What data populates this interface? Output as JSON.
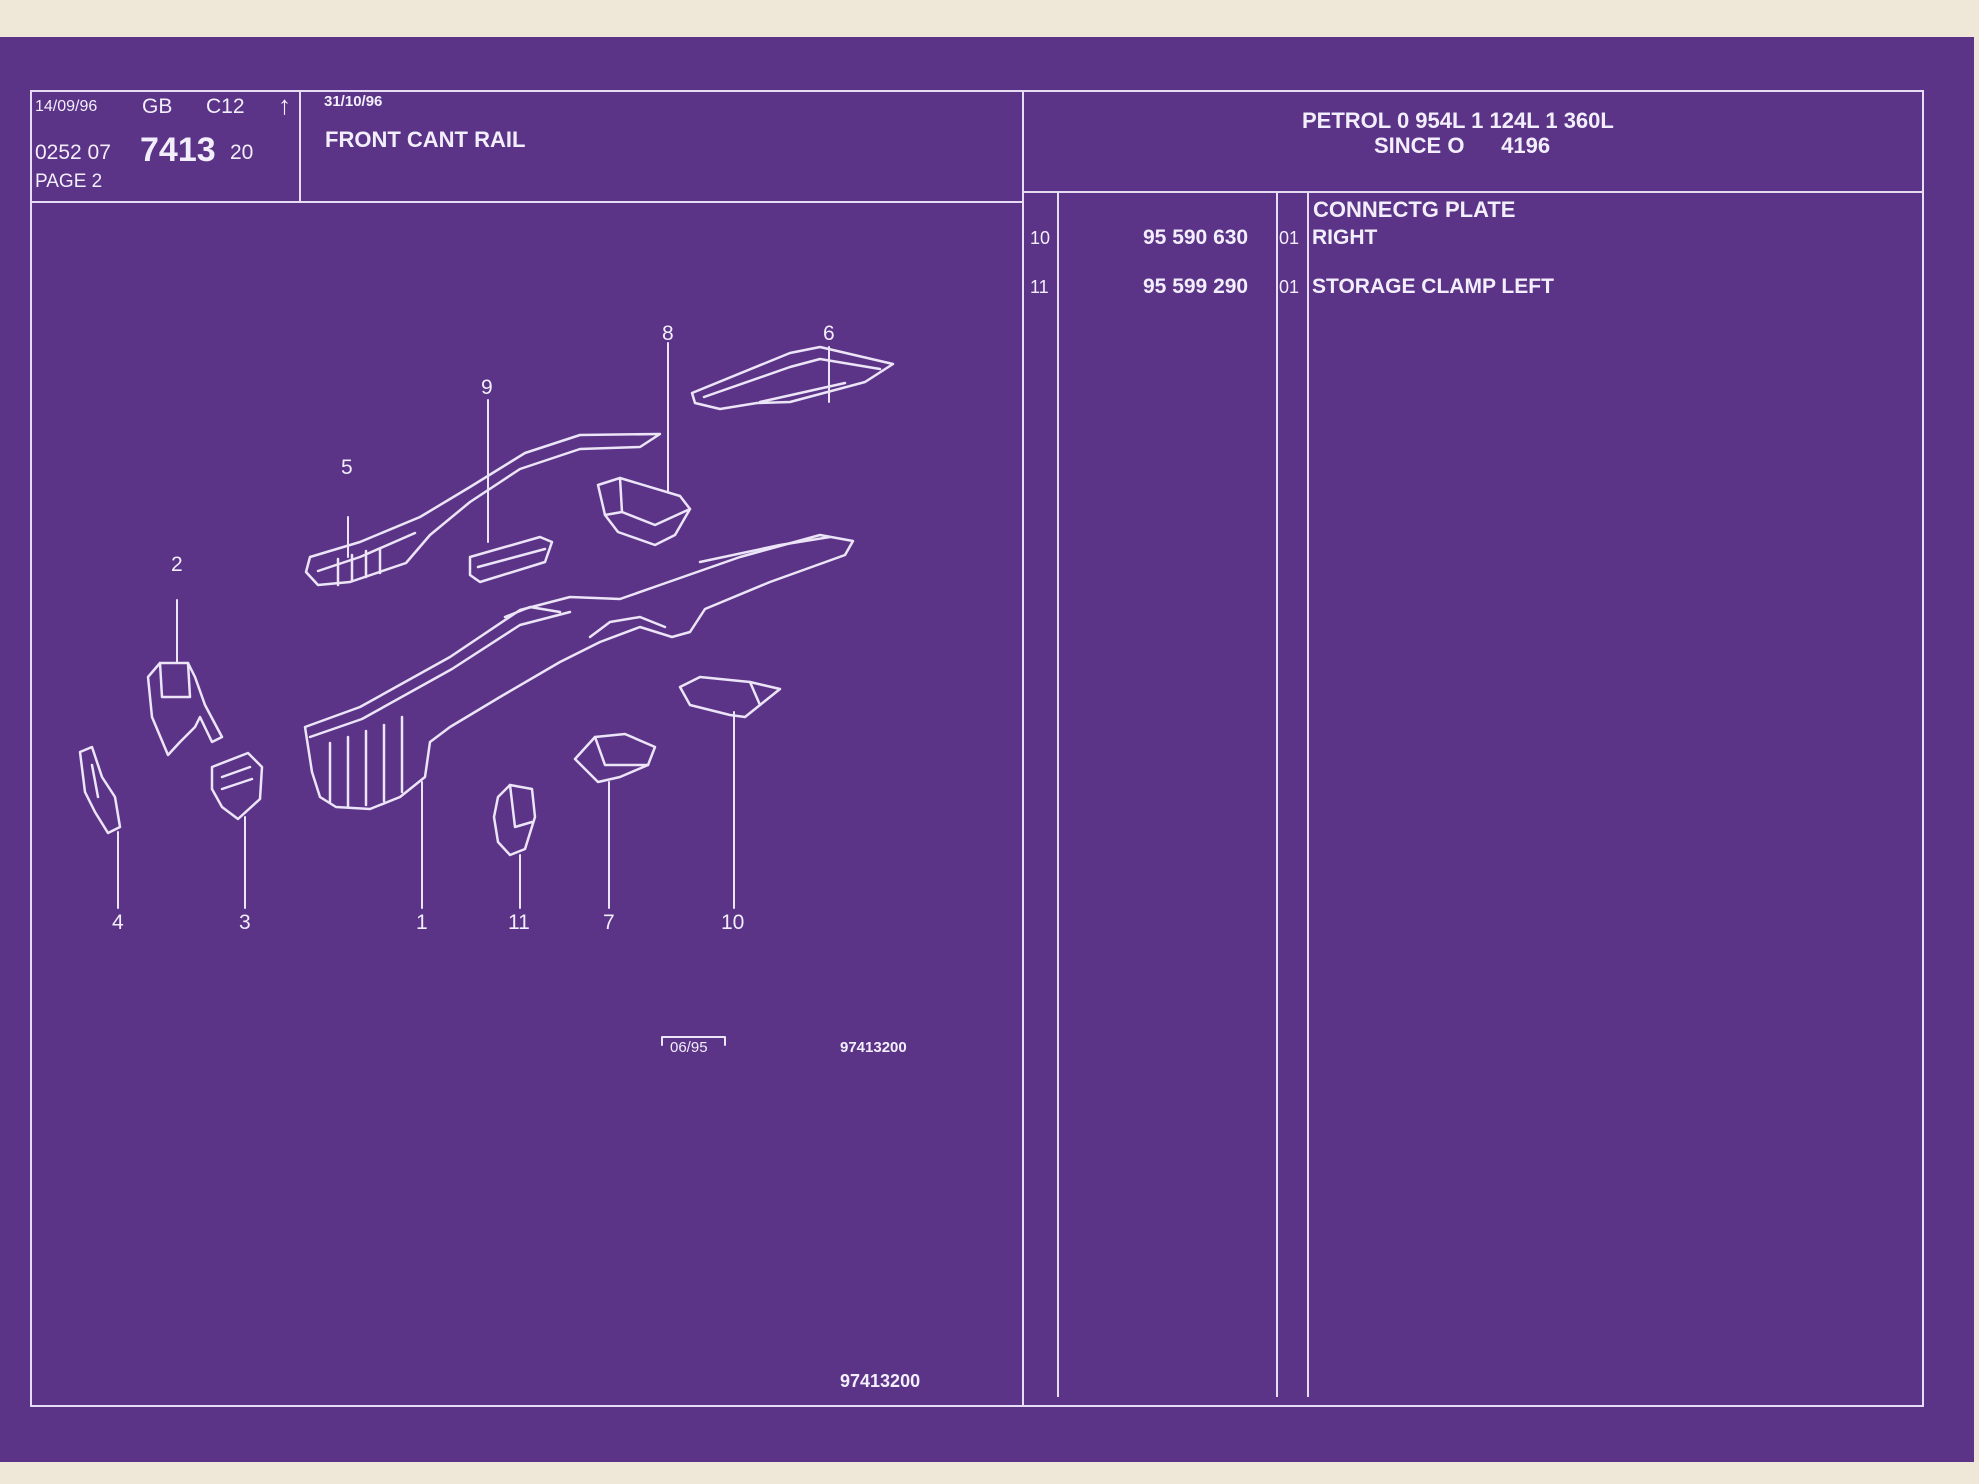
{
  "header": {
    "date": "14/09/96",
    "market": "GB",
    "model": "C12",
    "arrow": "↑",
    "code_prefix": "0252 07",
    "code_main": "7413",
    "code_suffix": "20",
    "page": "PAGE 2",
    "revision_date": "31/10/96",
    "title": "FRONT CANT RAIL",
    "engine_line1": "PETROL 0 954L 1 124L 1 360L",
    "engine_line2": "SINCE O      4196"
  },
  "parts": [
    {
      "pos": "",
      "part_no": "",
      "qty": "",
      "desc": "CONNECTG PLATE"
    },
    {
      "pos": "10",
      "part_no": "95 590 630",
      "qty": "01",
      "desc": "RIGHT"
    },
    {
      "pos": "11",
      "part_no": "95 599 290",
      "qty": "01",
      "desc": "STORAGE CLAMP LEFT"
    }
  ],
  "diagram": {
    "callouts": [
      "1",
      "2",
      "3",
      "4",
      "5",
      "6",
      "7",
      "8",
      "9",
      "10",
      "11"
    ],
    "date_box": "06/95",
    "ref_number": "97413200",
    "footer_ref": "97413200"
  },
  "colors": {
    "sheet": "#5b3488",
    "line": "#e6ddf5",
    "background": "#efe8d8"
  }
}
